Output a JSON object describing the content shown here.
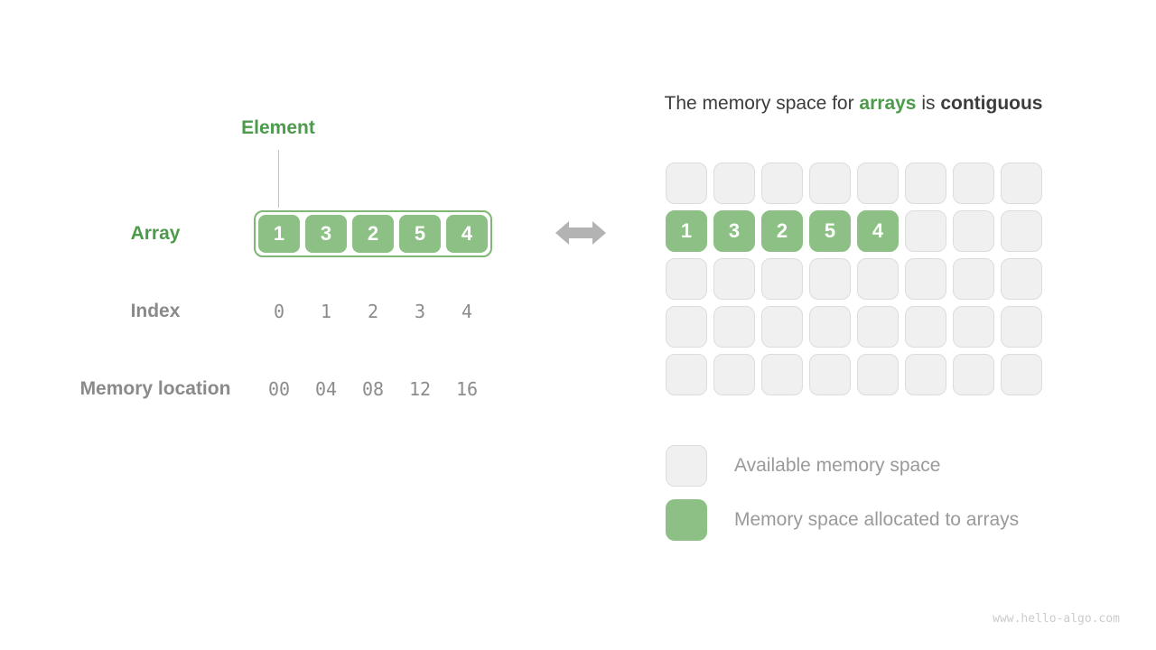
{
  "colors": {
    "green_fill": "#8CC084",
    "green_border": "#7EB874",
    "green_text": "#4C9B4C",
    "gray_label": "#8A8A8A",
    "gray_number": "#8C8C8C",
    "cell_fill": "#F0F0F0",
    "cell_border": "#DCDCDC",
    "arrow": "#B3B3B3",
    "title_text": "#3C3C3C"
  },
  "left": {
    "element_label": "Element",
    "array_label": "Array",
    "index_label": "Index",
    "memory_label": "Memory location",
    "array_values": [
      "1",
      "3",
      "2",
      "5",
      "4"
    ],
    "index_values": [
      "0",
      "1",
      "2",
      "3",
      "4"
    ],
    "memory_values": [
      "00",
      "04",
      "08",
      "12",
      "16"
    ]
  },
  "right": {
    "title": {
      "prefix": "The memory space for ",
      "highlight": "arrays",
      "middle": " is ",
      "bold_suffix": "contiguous"
    },
    "grid": {
      "rows": 5,
      "cols": 8,
      "allocated_row_index": 1,
      "allocated_values": [
        "1",
        "3",
        "2",
        "5",
        "4"
      ]
    },
    "legend": [
      {
        "type": "available",
        "label": "Available memory space"
      },
      {
        "type": "allocated",
        "label": "Memory space allocated to arrays"
      }
    ]
  },
  "watermark": "www.hello-algo.com"
}
